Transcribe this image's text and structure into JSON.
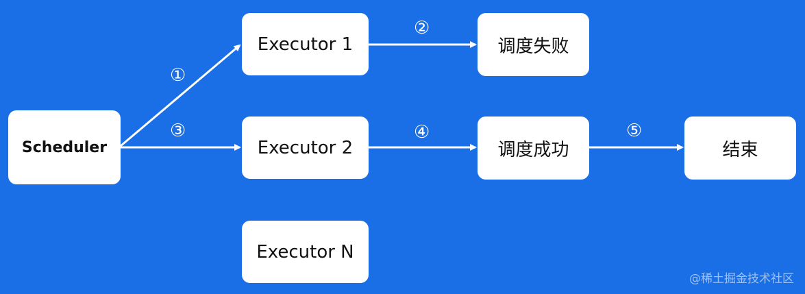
{
  "diagram": {
    "nodes": {
      "scheduler": "Scheduler",
      "executor1": "Executor 1",
      "executor2": "Executor 2",
      "executorN": "Executor N",
      "fail": "调度失败",
      "success": "调度成功",
      "end": "结束"
    },
    "steps": {
      "s1": "①",
      "s2": "②",
      "s3": "③",
      "s4": "④",
      "s5": "⑤"
    }
  },
  "footer": "@稀土掘金技术社区",
  "colors": {
    "background": "#1a6fe6",
    "node": "#ffffff",
    "arrow": "#ffffff"
  }
}
